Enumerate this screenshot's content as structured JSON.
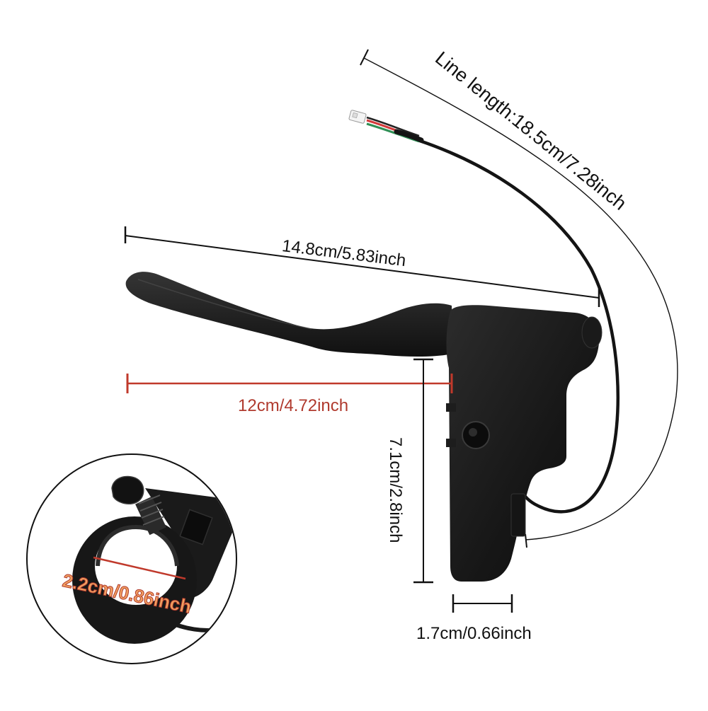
{
  "labels": {
    "cable_length": "Line length:18.5cm/7.28inch",
    "total_length": "14.8cm/5.83inch",
    "lever_length": "12cm/4.72inch",
    "height": "7.1cm/2.8inch",
    "width": "1.7cm/0.66inch",
    "clamp_diameter": "2.2cm/0.86inch"
  },
  "colors": {
    "background": "#ffffff",
    "product": "#1b1b1b",
    "dimension_line": "#111111",
    "accent_line": "#c0392b",
    "accent_text": "#b03a2e",
    "clamp_text": "#f0a060"
  },
  "icons": {
    "product": "brake-lever",
    "connector": "cable-connector",
    "detail_inset": "clamp-detail-circle"
  }
}
